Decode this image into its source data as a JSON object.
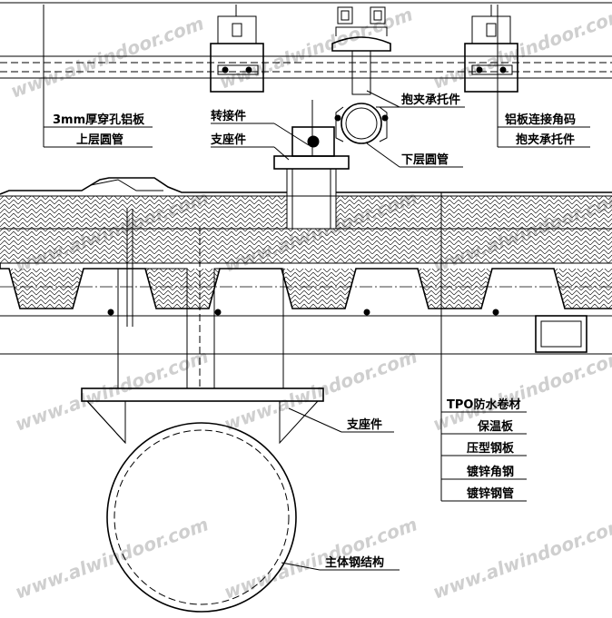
{
  "labels": {
    "perforated_panel": "3mm厚穿孔铝板",
    "upper_tube": "上层圆管",
    "adapter": "转接件",
    "support_top": "支座件",
    "clamp_bracket_center": "抱夹承托件",
    "lower_tube": "下层圆管",
    "angle_code": "铝板连接角码",
    "clamp_bracket_right": "抱夹承托件",
    "tpo_membrane": "TPO防水卷材",
    "insulation": "保温板",
    "steel_deck": "压型钢板",
    "galv_angle": "镀锌角钢",
    "galv_tube": "镀锌钢管",
    "support_bottom": "支座件",
    "main_structure": "主体钢结构"
  },
  "watermark": "www.alwindoor.com",
  "colors": {
    "line": "#000000",
    "watermark": "#cfcfcf",
    "background": "#ffffff"
  }
}
